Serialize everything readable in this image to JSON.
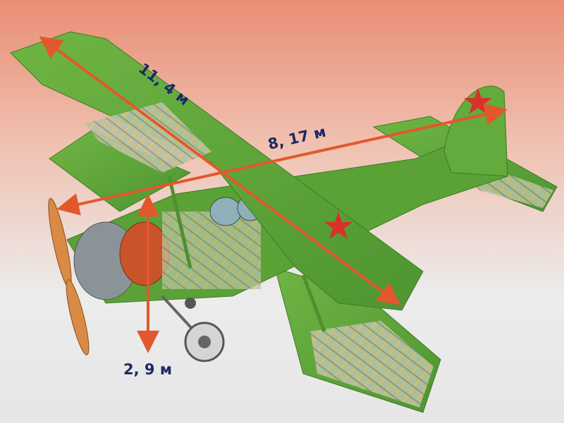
{
  "labels": {
    "wingspan": "11, 4 м",
    "length": "8, 17 м",
    "height": "2, 9 м"
  },
  "colors": {
    "arrow": "#e2582c",
    "label": "#1c2a66",
    "plane_green": "#5fa63a",
    "star": "#d9302a"
  }
}
